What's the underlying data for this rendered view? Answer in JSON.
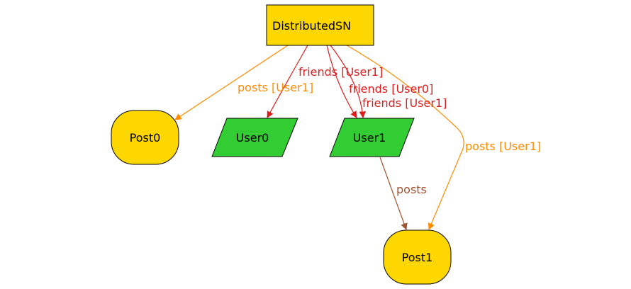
{
  "nodes": {
    "distributedsn": {
      "label": "DistributedSN",
      "fill": "#ffd700",
      "shape": "rectangle"
    },
    "post0": {
      "label": "Post0",
      "fill": "#ffd700",
      "shape": "rounded-blob"
    },
    "user0": {
      "label": "User0",
      "fill": "#32cd32",
      "shape": "parallelogram"
    },
    "user1": {
      "label": "User1",
      "fill": "#32cd32",
      "shape": "parallelogram"
    },
    "post1": {
      "label": "Post1",
      "fill": "#ffd700",
      "shape": "rounded-blob"
    }
  },
  "edges": {
    "posts_user1_to_post0": {
      "label": "posts [User1]",
      "color": "#ff8c00"
    },
    "friends_user1_to_user0": {
      "label": "friends [User1]",
      "color": "#dc1e1e"
    },
    "friends_user0_to_user1": {
      "label": "friends [User0]",
      "color": "#dc1e1e"
    },
    "friends_user1_to_user1": {
      "label": "friends [User1]",
      "color": "#dc1e1e"
    },
    "posts_user1_to_post1": {
      "label": "posts [User1]",
      "color": "#ff8c00"
    },
    "posts_user1_node_to_post1": {
      "label": "posts",
      "color": "#a0522d"
    }
  }
}
